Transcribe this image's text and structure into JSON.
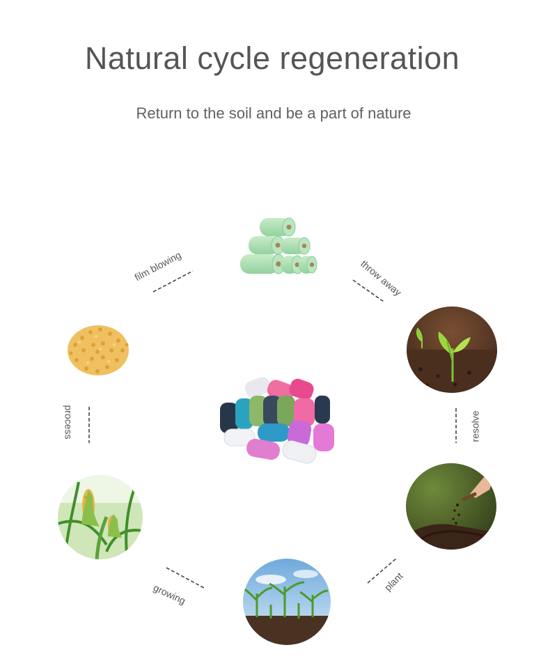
{
  "header": {
    "title": "Natural cycle regeneration",
    "subtitle": "Return to the soil and be a part of nature"
  },
  "cycle": {
    "steps": [
      {
        "label": "film blowing"
      },
      {
        "label": "throw away"
      },
      {
        "label": "resolve"
      },
      {
        "label": "plant"
      },
      {
        "label": "growing"
      },
      {
        "label": "process"
      }
    ],
    "stages": [
      {
        "name": "green film rolls"
      },
      {
        "name": "sprouting seedling"
      },
      {
        "name": "soil composting"
      },
      {
        "name": "corn field"
      },
      {
        "name": "corn plant"
      },
      {
        "name": "corn kernels"
      }
    ],
    "center": {
      "name": "colorful bag rolls"
    }
  },
  "colors": {
    "text": "#555555",
    "dash": "#444444",
    "film_green": "#a8dcb0",
    "soil": "#3a2a1e",
    "sprout": "#8fcf3a",
    "corn": "#e8b64a",
    "sky": "#9ec9ec"
  }
}
